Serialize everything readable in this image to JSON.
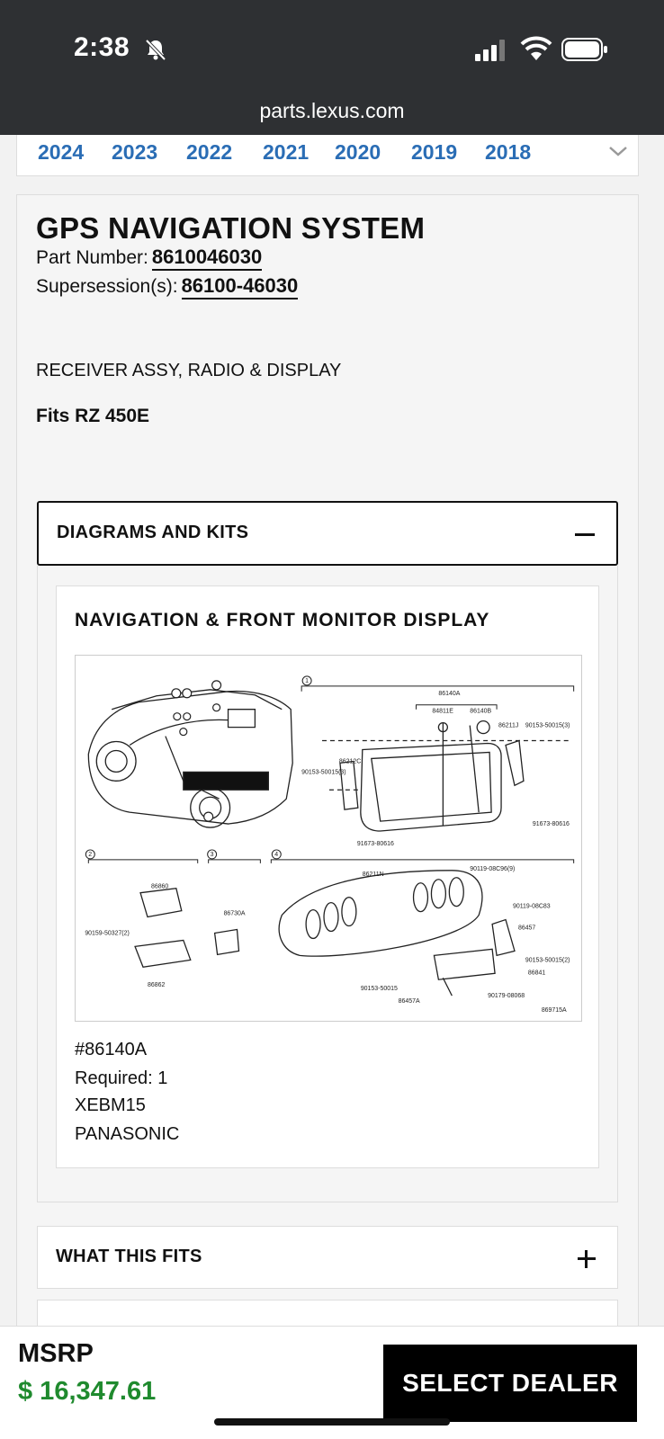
{
  "status": {
    "time": "2:38"
  },
  "browser": {
    "url": "parts.lexus.com"
  },
  "years": [
    "2024",
    "2023",
    "2022",
    "2021",
    "2020",
    "2019",
    "2018"
  ],
  "part": {
    "title": "GPS NAVIGATION SYSTEM",
    "part_number_label": "Part Number:",
    "part_number": "8610046030",
    "supersession_label": "Supersession(s):",
    "supersession": "86100-46030",
    "description": "RECEIVER ASSY, RADIO & DISPLAY",
    "fits": "Fits RZ 450E"
  },
  "accordion": {
    "diagrams_label": "DIAGRAMS AND KITS",
    "what_fits_label": "WHAT THIS FITS"
  },
  "diagram": {
    "title": "NAVIGATION & FRONT MONITOR DISPLAY",
    "callouts": [
      "86140A",
      "84811E",
      "86140B",
      "86211J",
      "90153-50015(3)",
      "86212C",
      "90153-50015(3)",
      "91673-80616",
      "91673-80616",
      "86211N",
      "90119-08C96(9)",
      "86860",
      "86730A",
      "90119-08C83",
      "86457",
      "90159-50327(2)",
      "90153-50015(2)",
      "86862",
      "86841",
      "90153-50015",
      "86457A",
      "90179-08068",
      "869715A"
    ],
    "section_numbers": [
      "1",
      "2",
      "3",
      "4"
    ],
    "ref": "#86140A",
    "required": "Required: 1",
    "code": "XEBM15",
    "brand": "PANASONIC"
  },
  "footer": {
    "msrp_label": "MSRP",
    "msrp_price": "$ 16,347.61",
    "select_dealer": "SELECT DEALER"
  },
  "colors": {
    "year_link": "#2a6db5",
    "price": "#1f8a2e",
    "status_bar": "#2e3033"
  }
}
